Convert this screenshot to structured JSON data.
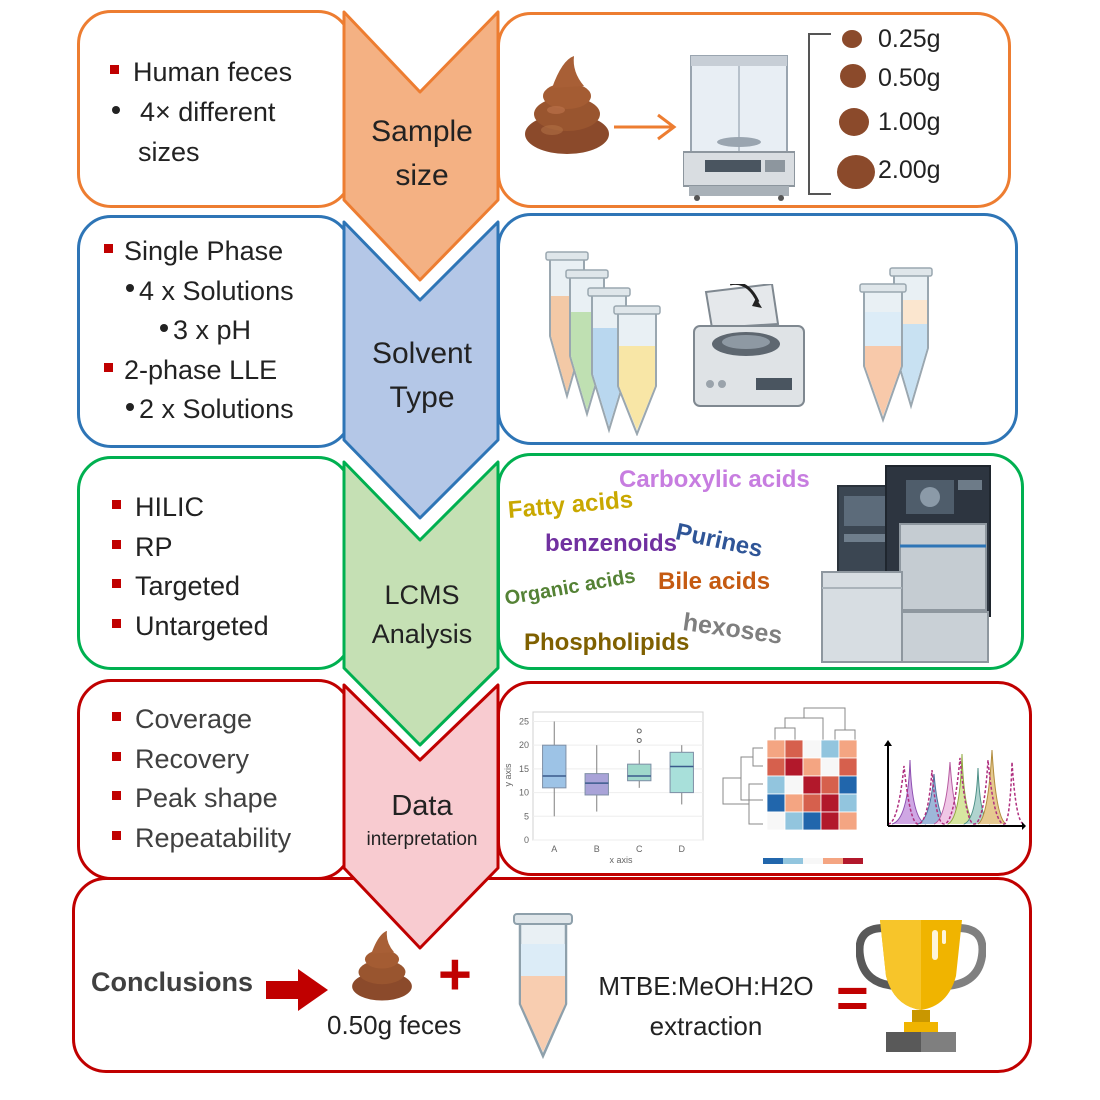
{
  "stages": [
    {
      "id": "sample",
      "label_line1": "Sample",
      "label_line2": "size",
      "color": "#ed7d31",
      "fill": "#f4b183",
      "bullets": [
        {
          "marker": "square",
          "indent": 0,
          "text": "Human feces"
        },
        {
          "marker": "dot",
          "indent": 0,
          "text": "4× different"
        },
        {
          "marker": "none",
          "indent": 0,
          "text": "sizes"
        }
      ],
      "weights": [
        "0.25g",
        "0.50g",
        "1.00g",
        "2.00g"
      ]
    },
    {
      "id": "solvent",
      "label_line1": "Solvent",
      "label_line2": "Type",
      "color": "#2e75b6",
      "fill": "#b4c7e7",
      "bullets": [
        {
          "marker": "square",
          "indent": 0,
          "text": "Single Phase"
        },
        {
          "marker": "dot",
          "indent": 1,
          "text": "4 x Solutions"
        },
        {
          "marker": "dot",
          "indent": 2,
          "text": "3 x pH"
        },
        {
          "marker": "square",
          "indent": 0,
          "text": "2-phase LLE"
        },
        {
          "marker": "dot",
          "indent": 1,
          "text": "2 x Solutions"
        }
      ]
    },
    {
      "id": "lcms",
      "label_line1": "LCMS",
      "label_line2": "Analysis",
      "color": "#00b050",
      "fill": "#c5e0b4",
      "bullets": [
        {
          "marker": "square",
          "indent": 0,
          "text": "HILIC"
        },
        {
          "marker": "square",
          "indent": 0,
          "text": "RP"
        },
        {
          "marker": "square",
          "indent": 0,
          "text": "Targeted"
        },
        {
          "marker": "square",
          "indent": 0,
          "text": "Untargeted"
        }
      ],
      "compound_classes": [
        {
          "text": "Carboxylic acids",
          "color": "#c77de0"
        },
        {
          "text": "Fatty acids",
          "color": "#c9a800"
        },
        {
          "text": "Purines",
          "color": "#2f5597"
        },
        {
          "text": "benzenoids",
          "color": "#7030a0"
        },
        {
          "text": "Organic acids",
          "color": "#548235"
        },
        {
          "text": "Bile acids",
          "color": "#c55a11"
        },
        {
          "text": "hexoses",
          "color": "#7f7f7f"
        },
        {
          "text": "Phospholipids",
          "color": "#7f6000"
        }
      ]
    },
    {
      "id": "data",
      "label_line1": "Data",
      "label_line2": "interpretation",
      "color": "#c00000",
      "fill": "#f8cbd0",
      "bullets": [
        {
          "marker": "square",
          "indent": 0,
          "text": "Coverage"
        },
        {
          "marker": "square",
          "indent": 0,
          "text": "Recovery"
        },
        {
          "marker": "square",
          "indent": 0,
          "text": "Peak shape"
        },
        {
          "marker": "square",
          "indent": 0,
          "text": "Repeatability"
        }
      ],
      "boxplot": {
        "ylabel": "y axis",
        "xlabel": "x axis",
        "categories": [
          "A",
          "B",
          "C",
          "D"
        ],
        "yticks": [
          "0",
          "5",
          "10",
          "15",
          "20",
          "25"
        ],
        "colors": [
          "#9dc3e6",
          "#a9a3d8",
          "#9fd8cb",
          "#a8e0da"
        ],
        "stats": [
          {
            "min": 5,
            "q1": 11,
            "median": 13.5,
            "q3": 20,
            "max": 25
          },
          {
            "min": 6,
            "q1": 9.5,
            "median": 12,
            "q3": 14,
            "max": 20
          },
          {
            "min": 11,
            "q1": 12.5,
            "median": 13.5,
            "q3": 16,
            "max": 19,
            "outliers": [
              21,
              23
            ]
          },
          {
            "min": 7.5,
            "q1": 10,
            "median": 15.5,
            "q3": 18.5,
            "max": 20
          }
        ]
      }
    }
  ],
  "conclusion": {
    "label": "Conclusions",
    "feces_label": "0.50g feces",
    "plus": "+",
    "extraction_line1": "MTBE:MeOH:H2O",
    "extraction_line2": "extraction",
    "equals": "=",
    "color": "#c00000"
  }
}
